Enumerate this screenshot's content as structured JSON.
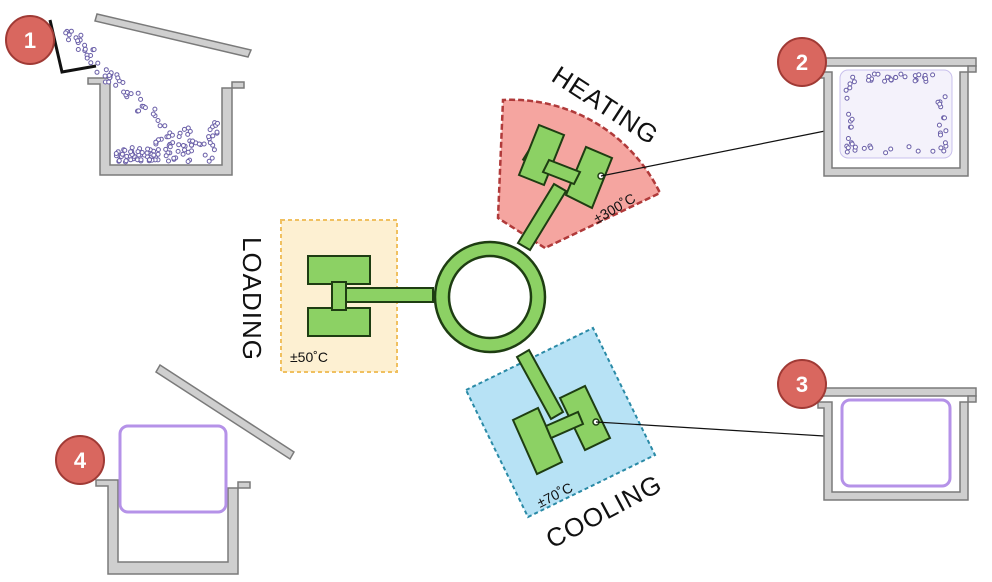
{
  "steps": [
    "1",
    "2",
    "3",
    "4"
  ],
  "zones": {
    "loading": {
      "label": "LOADING",
      "temp": "±50˚C",
      "color": "#fdf0d2",
      "border": "#f0c060"
    },
    "heating": {
      "label": "HEATING",
      "temp": "±300˚C",
      "color": "#f5a5a0",
      "border": "#b03a3a"
    },
    "cooling": {
      "label": "COOLING",
      "temp": "±70˚C",
      "color": "#b7e2f5",
      "border": "#2a8aa6"
    }
  },
  "colors": {
    "arm": "#8cd164",
    "arm_stroke": "#1e3d12",
    "mold_wall": "#cfcfcf",
    "mold_stroke": "#7a7a7a",
    "badge": "#d9675f",
    "badge_stroke": "#a03a35",
    "powder": "#6a5fa8",
    "product": "#b592e8"
  },
  "icons": [
    "powder-pour-icon",
    "rotating-arm-icon",
    "mold-icon"
  ]
}
